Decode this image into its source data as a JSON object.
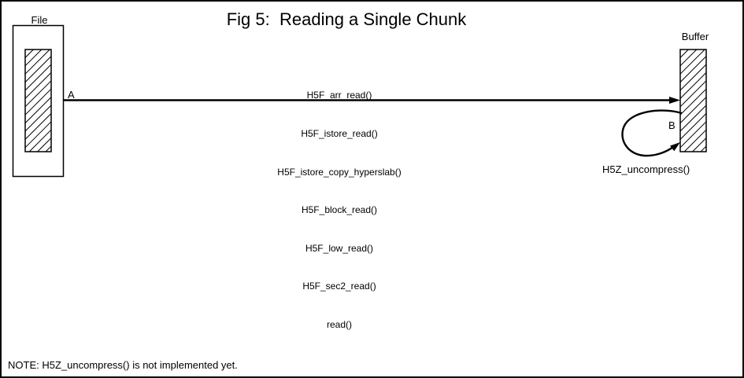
{
  "title": "Fig 5:  Reading a Single Chunk",
  "file": {
    "label": "File"
  },
  "buffer": {
    "label": "Buffer"
  },
  "arrow": {
    "label_a": "A",
    "call_stack": [
      "H5F_arr_read()",
      "H5F_istore_read()",
      "H5F_istore_copy_hyperslab()",
      "H5F_block_read()",
      "H5F_low_read()",
      "H5F_sec2_read()",
      "read()"
    ]
  },
  "loop": {
    "label_b": "B",
    "function": "H5Z_uncompress()"
  },
  "note": "NOTE: H5Z_uncompress() is not implemented yet.",
  "colors": {
    "ink": "#000000",
    "background": "#ffffff"
  }
}
